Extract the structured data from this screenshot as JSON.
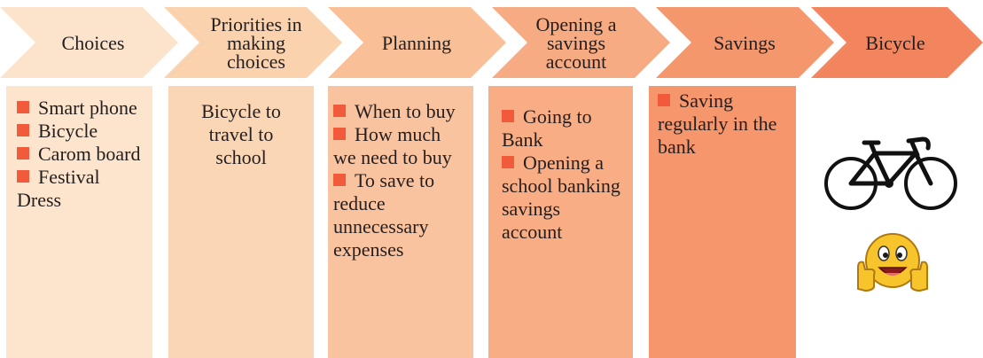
{
  "steps": [
    {
      "label": "Choices",
      "color": "#fce3cc"
    },
    {
      "label": "Priorities in making choices",
      "color": "#fbd2ae"
    },
    {
      "label": "Planning",
      "color": "#f9bf96"
    },
    {
      "label": "Opening a savings account",
      "color": "#f7ab82"
    },
    {
      "label": "Savings",
      "color": "#f5976d"
    },
    {
      "label": "Bicycle",
      "color": "#f2845e"
    }
  ],
  "boxes": [
    {
      "color": "#fde4cc",
      "items": [
        "Smart phone",
        "Bicycle",
        "Carom board",
        "Festival Dress"
      ]
    },
    {
      "color": "#fbd6b5",
      "text": "Bicycle to travel to school"
    },
    {
      "color": "#fac39f",
      "items": [
        "When to buy",
        "How much we need to buy",
        "To save to reduce unnecessary expenses"
      ]
    },
    {
      "color": "#f8ad84",
      "items": [
        "Going to Bank",
        "Opening a school banking savings account"
      ]
    },
    {
      "color": "#f6966d",
      "items": [
        "Saving regularly in the bank"
      ]
    }
  ],
  "images": {
    "bicycle": "bicycle-icon",
    "smiley": "thumbs-up-smiley-icon"
  },
  "bullet_color": "#f15a3a"
}
